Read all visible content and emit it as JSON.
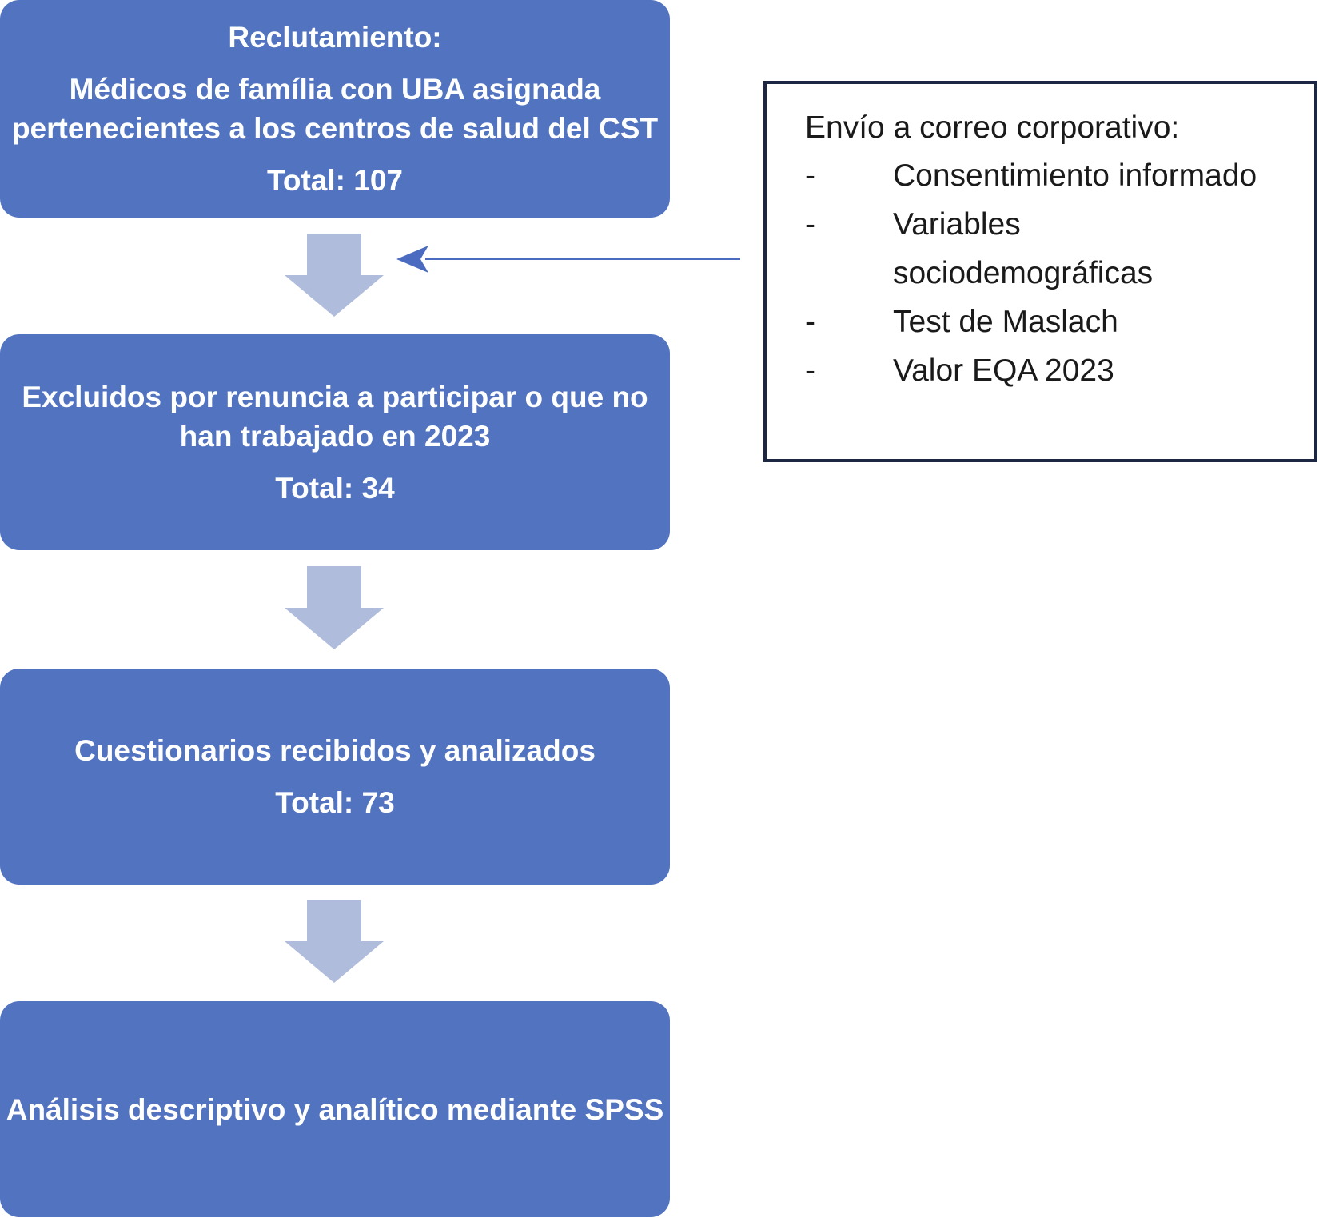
{
  "flow": {
    "recruitment": {
      "heading": "Reclutamiento:",
      "line1": "Médicos de família con UBA asignada",
      "line2": "pertenecientes a los centros de salud del CST",
      "total": "Total: 107"
    },
    "excluded": {
      "line1": "Excluidos por renuncia a participar o que no",
      "line2": "han trabajado en 2023",
      "total": "Total: 34"
    },
    "analyzed": {
      "line1": "Cuestionarios recibidos y analizados",
      "total": "Total: 73"
    },
    "analysis": {
      "line1": "Análisis descriptivo y analítico mediante SPSS"
    }
  },
  "side_note": {
    "title": "Envío a correo corporativo:",
    "items": [
      {
        "dash": "-",
        "text": "Consentimiento informado"
      },
      {
        "dash": "-",
        "text": "Variables sociodemográficas"
      },
      {
        "dash": "-",
        "text": "Test de Maslach"
      },
      {
        "dash": "-",
        "text": "Valor EQA 2023"
      }
    ]
  },
  "colors": {
    "box_fill": "#5273bf",
    "arrow_fill": "#b0bcdc",
    "connector": "#4a6bbf",
    "side_border": "#1c2741"
  }
}
